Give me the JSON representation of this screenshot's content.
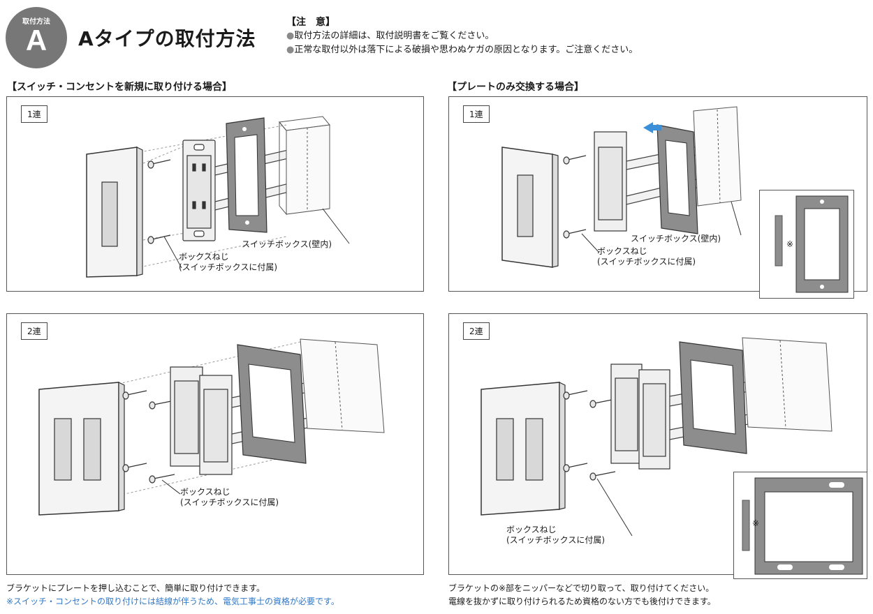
{
  "header": {
    "badge_small": "取付方法",
    "badge_letter": "A",
    "title": "Aタイプの取付方法"
  },
  "notice": {
    "title": "【注　意】",
    "bullet": "●",
    "line1": "取付方法の詳細は、取付説明書をご覧ください。",
    "line2": "正常な取付以外は落下による破損や思わぬケガの原因となります。ご注意ください。"
  },
  "left_section": {
    "heading": "【スイッチ・コンセントを新規に取り付ける場合】",
    "panel1": {
      "label": "1連",
      "callout_box": "スイッチボックス(壁内)",
      "callout_screw_1": "ボックスねじ",
      "callout_screw_2": "(スイッチボックスに付属)"
    },
    "panel2": {
      "label": "2連",
      "callout_screw_1": "ボックスねじ",
      "callout_screw_2": "(スイッチボックスに付属)"
    },
    "footnote_1": "ブラケットにプレートを押し込むことで、簡単に取り付けできます。",
    "footnote_2": "※スイッチ・コンセントの取り付けには結線が伴うため、電気工事士の資格が必要です。"
  },
  "right_section": {
    "heading": "【プレートのみ交換する場合】",
    "panel1": {
      "label": "1連",
      "callout_box": "スイッチボックス(壁内)",
      "callout_screw_1": "ボックスねじ",
      "callout_screw_2": "(スイッチボックスに付属)",
      "inset_mark": "※"
    },
    "panel2": {
      "label": "2連",
      "callout_screw_1": "ボックスねじ",
      "callout_screw_2": "(スイッチボックスに付属)",
      "inset_mark": "※"
    },
    "footnote_1": "ブラケットの※部をニッパーなどで切り取って、取り付けてください。",
    "footnote_2": "電線を抜かずに取り付けられるため資格のない方でも後付けできます。"
  },
  "colors": {
    "badge": "#777777",
    "bracket": "#8d8d8d",
    "arrow": "#3a8fd8",
    "footnote_blue": "#2f78c8"
  }
}
